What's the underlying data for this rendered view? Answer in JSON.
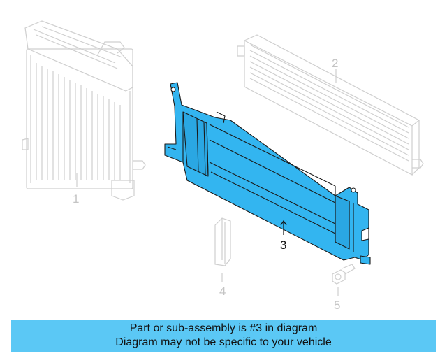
{
  "callouts": {
    "c1": "1",
    "c2": "2",
    "c3": "3",
    "c4": "4",
    "c5": "5"
  },
  "banner": {
    "line1": "Part or sub-assembly is #3 in diagram",
    "line2": "Diagram may not be specific to your vehicle"
  },
  "colors": {
    "highlight_fill": "#33b5f0",
    "highlight_stroke": "#1a1a1a",
    "ghost_stroke": "#cfcfcf",
    "banner_bg": "#5bc8f5"
  },
  "highlighted_part": "3"
}
